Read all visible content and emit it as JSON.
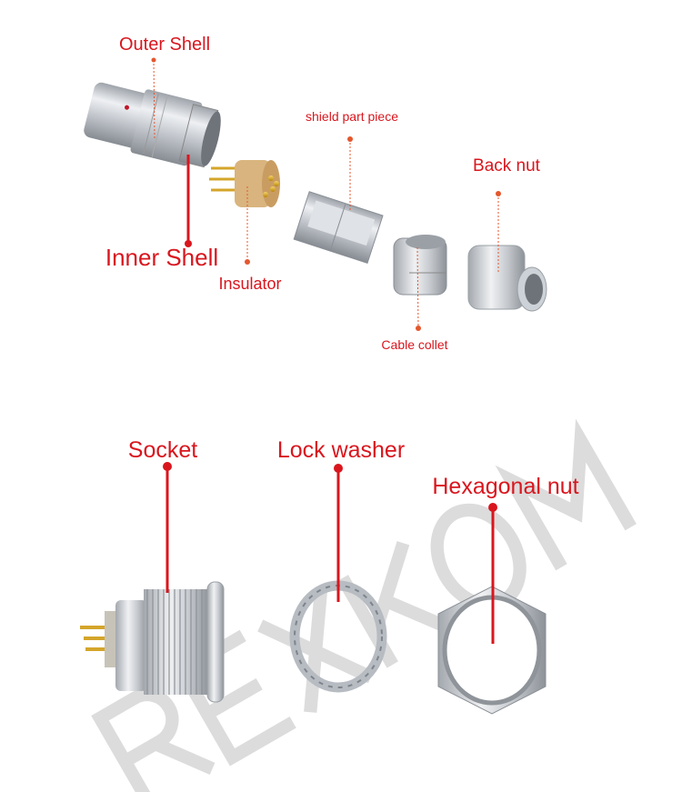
{
  "exploded_view": {
    "labels": {
      "outer_shell": "Outer Shell",
      "inner_shell": "Inner Shell",
      "insulator": "Insulator",
      "shield_part_piece": "shield part piece",
      "back_nut": "Back nut",
      "cable_collet": "Cable collet"
    }
  },
  "panel_mount": {
    "labels": {
      "socket": "Socket",
      "lock_washer": "Lock washer",
      "hexagonal_nut": "Hexagonal nut"
    }
  },
  "watermark": "REXKOM",
  "colors": {
    "label": "#d9161e",
    "leader_dotted": "#e4572e",
    "metal": "#c9ccd2",
    "gold": "#e0b030",
    "insulator": "#d9b47e"
  }
}
